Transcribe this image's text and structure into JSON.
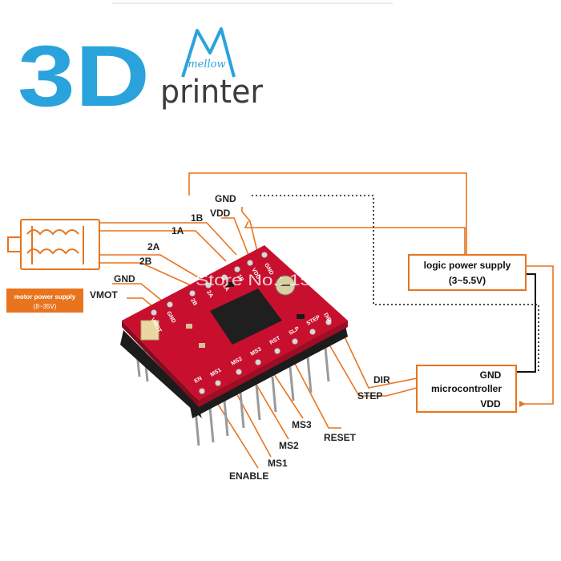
{
  "brand": {
    "mark": "3D",
    "script_word": "mellow",
    "word": "printer",
    "colors": {
      "blue": "#2aa3dc",
      "dark": "#3c3c3c"
    }
  },
  "watermark": "Store No.: 1531088",
  "colors": {
    "wire": "#e8741e",
    "board": "#c8102e",
    "chip": "#1f1f1f",
    "dotted": "#111111",
    "box_border": "#e8741e"
  },
  "pins_left": {
    "gnd_top": "GND",
    "vdd": "VDD",
    "p1b": "1B",
    "p1a": "1A",
    "p2a": "2A",
    "p2b": "2B",
    "gnd_mid": "GND",
    "vmot": "VMOT"
  },
  "pins_bottom": {
    "enable": "ENABLE",
    "ms1": "MS1",
    "ms2": "MS2",
    "ms3": "MS3",
    "reset": "RESET"
  },
  "pins_right": {
    "dir": "DIR",
    "step": "STEP"
  },
  "motor_power": {
    "title": "motor power supply",
    "range": "(8~35V)"
  },
  "logic_power": {
    "title": "logic power supply",
    "range": "(3~5.5V)"
  },
  "micro": {
    "gnd": "GND",
    "name": "microcontroller",
    "vdd": "VDD"
  },
  "board_silk": [
    "GND",
    "VDD",
    "1B",
    "1A",
    "2A",
    "2B",
    "GND",
    "VMOT",
    "EN",
    "MS1",
    "MS2",
    "MS3",
    "RST",
    "SLP",
    "STEP",
    "DIR"
  ]
}
